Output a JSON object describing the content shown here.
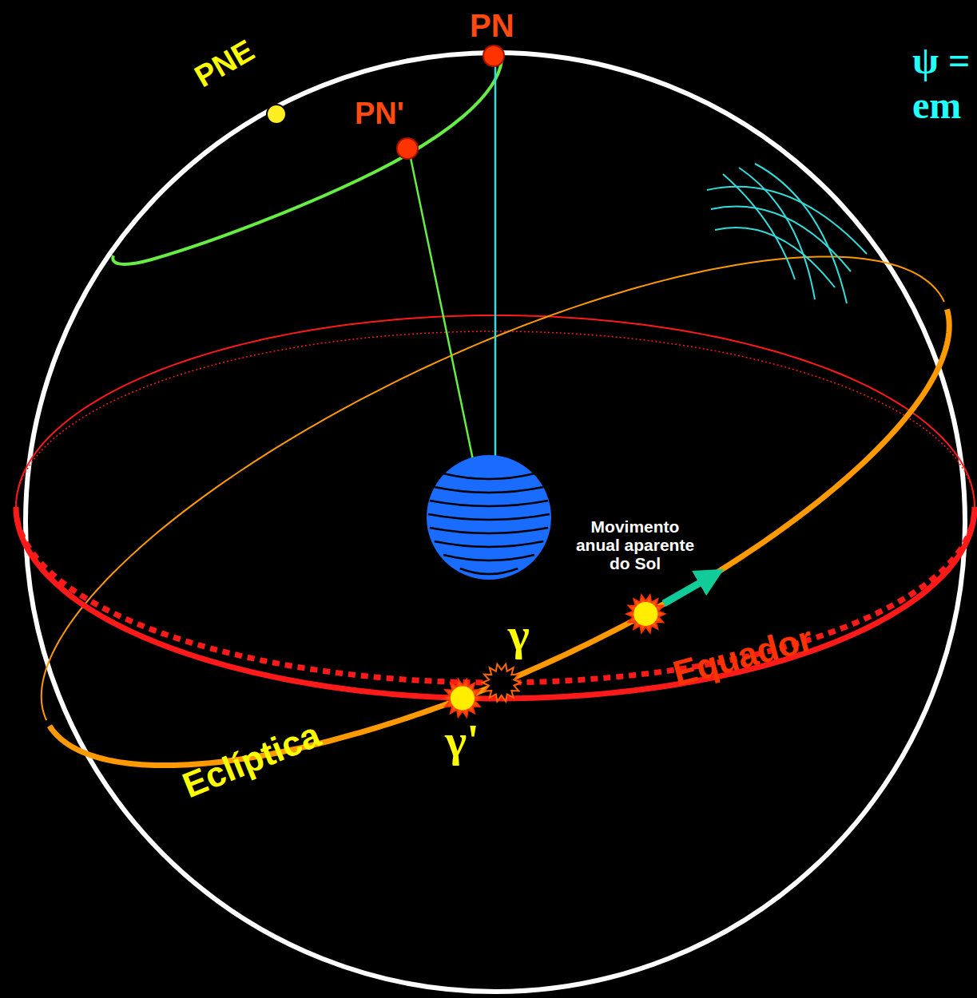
{
  "diagram": {
    "labels": [
      "PN",
      "PNE",
      "PN'",
      "ψ =",
      "em",
      "Movimento anual aparente do Sol",
      "γ",
      "γ'",
      "Eclíptica",
      "Equador"
    ]
  }
}
